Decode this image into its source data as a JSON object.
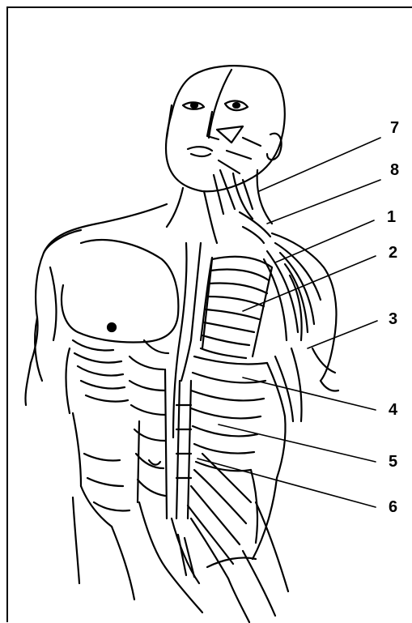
{
  "labels": [
    {
      "id": "7",
      "text": "7"
    },
    {
      "id": "8",
      "text": "8"
    },
    {
      "id": "1",
      "text": "1"
    },
    {
      "id": "2",
      "text": "2"
    },
    {
      "id": "3",
      "text": "3"
    },
    {
      "id": "4",
      "text": "4"
    },
    {
      "id": "5",
      "text": "5"
    },
    {
      "id": "6",
      "text": "6"
    }
  ],
  "colors": {
    "line": "#000000",
    "background": "#ffffff"
  }
}
